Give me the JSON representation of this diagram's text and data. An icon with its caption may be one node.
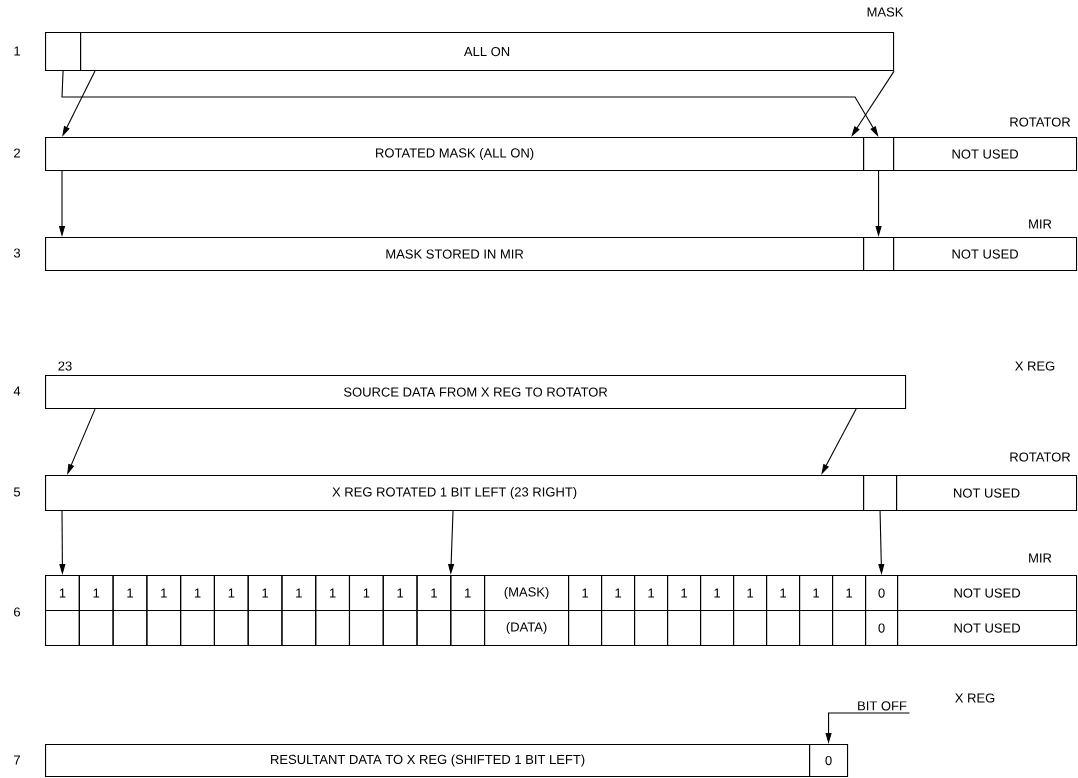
{
  "diagram": {
    "nodes": [
      {
        "text": [],
        "shape": "box"
      },
      {
        "text": [
          "ALL ON"
        ]
      },
      {
        "text": [
          "ROTATED MASK (ALL ON)"
        ]
      },
      {
        "text": [],
        "shape": "box"
      },
      {
        "text": [
          "NOT USED"
        ]
      },
      {
        "text": [
          "MASK STORED IN MIR"
        ]
      },
      {
        "text": [],
        "shape": "box"
      },
      {
        "text": [
          "NOT USED"
        ]
      },
      {
        "text": [
          "SOURCE DATA FROM X REG TO ROTATOR"
        ]
      },
      {
        "text": [
          "X REG ROTATED 1 BIT LEFT (23 RIGHT)"
        ]
      },
      {
        "text": [],
        "shape": "box"
      },
      {
        "text": [
          "NOT USED"
        ]
      },
      {
        "text": [
          "1"
        ]
      },
      {
        "text": [
          "1"
        ]
      },
      {
        "text": [
          "1"
        ]
      },
      {
        "text": [
          "1"
        ]
      },
      {
        "text": [
          "1"
        ]
      },
      {
        "text": [
          "1"
        ]
      },
      {
        "text": [
          "1"
        ]
      },
      {
        "text": [
          "1"
        ]
      },
      {
        "text": [
          "1"
        ]
      },
      {
        "text": [
          "1"
        ]
      },
      {
        "text": [
          "1"
        ]
      },
      {
        "text": [
          "1"
        ]
      },
      {
        "text": [
          "1"
        ]
      },
      {
        "text": [
          "(MASK)"
        ]
      },
      {
        "text": [
          "1"
        ]
      },
      {
        "text": [
          "1"
        ]
      },
      {
        "text": [
          "1"
        ]
      },
      {
        "text": [
          "1"
        ]
      },
      {
        "text": [
          "1"
        ]
      },
      {
        "text": [
          "1"
        ]
      },
      {
        "text": [
          "1"
        ]
      },
      {
        "text": [
          "1"
        ]
      },
      {
        "text": [
          "1"
        ]
      },
      {
        "text": [
          "0"
        ]
      },
      {
        "text": [
          "NOT USED"
        ]
      },
      {
        "text": [],
        "shape": "box"
      },
      {
        "text": [],
        "shape": "box"
      },
      {
        "text": [],
        "shape": "box"
      },
      {
        "text": [],
        "shape": "box"
      },
      {
        "text": [],
        "shape": "box"
      },
      {
        "text": [],
        "shape": "box"
      },
      {
        "text": [],
        "shape": "box"
      },
      {
        "text": [],
        "shape": "box"
      },
      {
        "text": [],
        "shape": "box"
      },
      {
        "text": [],
        "shape": "box"
      },
      {
        "text": [],
        "shape": "box"
      },
      {
        "text": [],
        "shape": "box"
      },
      {
        "text": [],
        "shape": "box"
      },
      {
        "text": [
          "(DATA)"
        ]
      },
      {
        "text": [],
        "shape": "box"
      },
      {
        "text": [],
        "shape": "box"
      },
      {
        "text": [],
        "shape": "box"
      },
      {
        "text": [],
        "shape": "box"
      },
      {
        "text": [],
        "shape": "box"
      },
      {
        "text": [],
        "shape": "box"
      },
      {
        "text": [],
        "shape": "box"
      },
      {
        "text": [],
        "shape": "box"
      },
      {
        "text": [],
        "shape": "box"
      },
      {
        "text": [
          "0"
        ]
      },
      {
        "text": [
          "NOT USED"
        ]
      },
      {
        "text": [
          "RESULTANT DATA TO X REG (SHIFTED 1 BIT LEFT)"
        ]
      },
      {
        "text": [
          "0"
        ]
      },
      {
        "text": [
          "BIT OFF"
        ]
      }
    ],
    "edges": [
      {
        "from": 1,
        "to": 2,
        "arrow": "to"
      },
      {
        "from": 1,
        "to": 2,
        "arrow": "to"
      },
      {
        "from": 0,
        "to": 3,
        "arrow": "to"
      },
      {
        "from": 2,
        "to": 5,
        "arrow": "to"
      },
      {
        "from": 3,
        "to": 6,
        "arrow": "to"
      },
      {
        "from": 8,
        "to": 9,
        "arrow": "to"
      },
      {
        "from": 8,
        "to": 9,
        "arrow": "to"
      },
      {
        "from": 9,
        "to": 12,
        "arrow": "to"
      },
      {
        "from": 9,
        "to": 24,
        "arrow": "to"
      },
      {
        "from": 10,
        "to": 35,
        "arrow": "to"
      },
      {
        "from": 64,
        "to": 63,
        "arrow": "to"
      }
    ],
    "labels": [
      "MASK",
      "1",
      "ROTATOR",
      "2",
      "MIR",
      "3",
      "23",
      "X REG",
      "4",
      "ROTATOR",
      "5",
      "MIR",
      "6",
      "X REG",
      "7"
    ]
  }
}
